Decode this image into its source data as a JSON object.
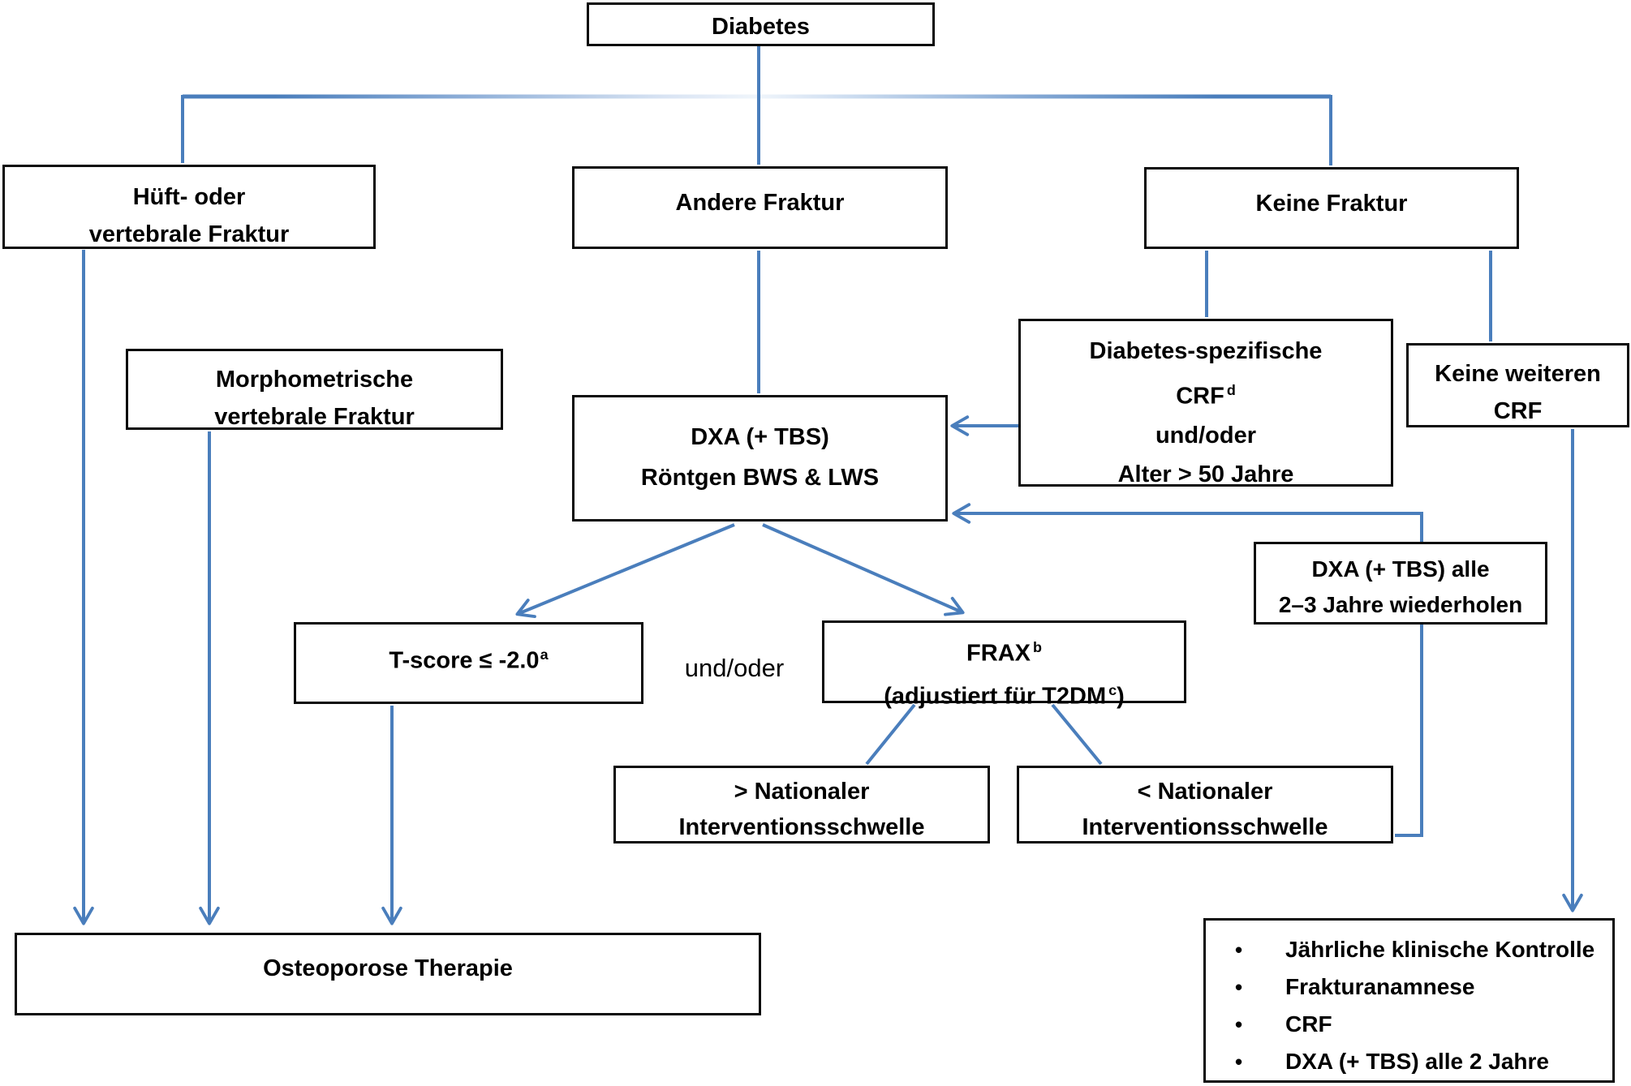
{
  "diagram": {
    "title_node": "Diabetes",
    "colors": {
      "connector_blue": "#4a7ebc",
      "box_border": "#0a0a0a",
      "box_fill": "#ffffff",
      "text": "#000000"
    },
    "nodes": {
      "diabetes": {
        "line1": "Diabetes"
      },
      "hip_fracture": {
        "line1": "Hüft- oder",
        "line2": "vertebrale Fraktur"
      },
      "other_fracture": {
        "line1": "Andere Fraktur"
      },
      "no_fracture": {
        "line1": "Keine Fraktur"
      },
      "morphometric": {
        "line1": "Morphometrische",
        "line2": "vertebrale Fraktur"
      },
      "dxa": {
        "line1": "DXA (+ TBS)",
        "line2": "Röntgen BWS & LWS"
      },
      "diabetes_crf": {
        "line1": "Diabetes-spezifische",
        "line2": "CRF",
        "line2_sup": "d",
        "line3": "und/oder",
        "line4": "Alter > 50 Jahre"
      },
      "no_further_crf": {
        "line1": "Keine weiteren",
        "line2": "CRF"
      },
      "dxa_repeat": {
        "line1": "DXA (+ TBS) alle",
        "line2": "2–3 Jahre wiederholen"
      },
      "tscore": {
        "line1": "T-score ≤ -2.0",
        "line1_sup": "a"
      },
      "frax": {
        "line1": "FRAX",
        "line1_sup": "b",
        "line2_pre": "(adjustiert für T2DM",
        "line2_sup": "c",
        "line2_post": ")"
      },
      "above_threshold": {
        "line1": "> Nationaler",
        "line2": "Interventionsschwelle"
      },
      "below_threshold": {
        "line1": "< Nationaler",
        "line2": "Interventionsschwelle"
      },
      "osteoporosis_therapy": {
        "line1": "Osteoporose Therapie"
      },
      "followup": {
        "bullet_glyph": "•",
        "items": [
          "Jährliche klinische Kontrolle",
          "Frakturanamnese",
          "CRF",
          "DXA (+ TBS) alle 2 Jahre"
        ]
      }
    },
    "labels": {
      "und_oder": "und/oder"
    }
  }
}
